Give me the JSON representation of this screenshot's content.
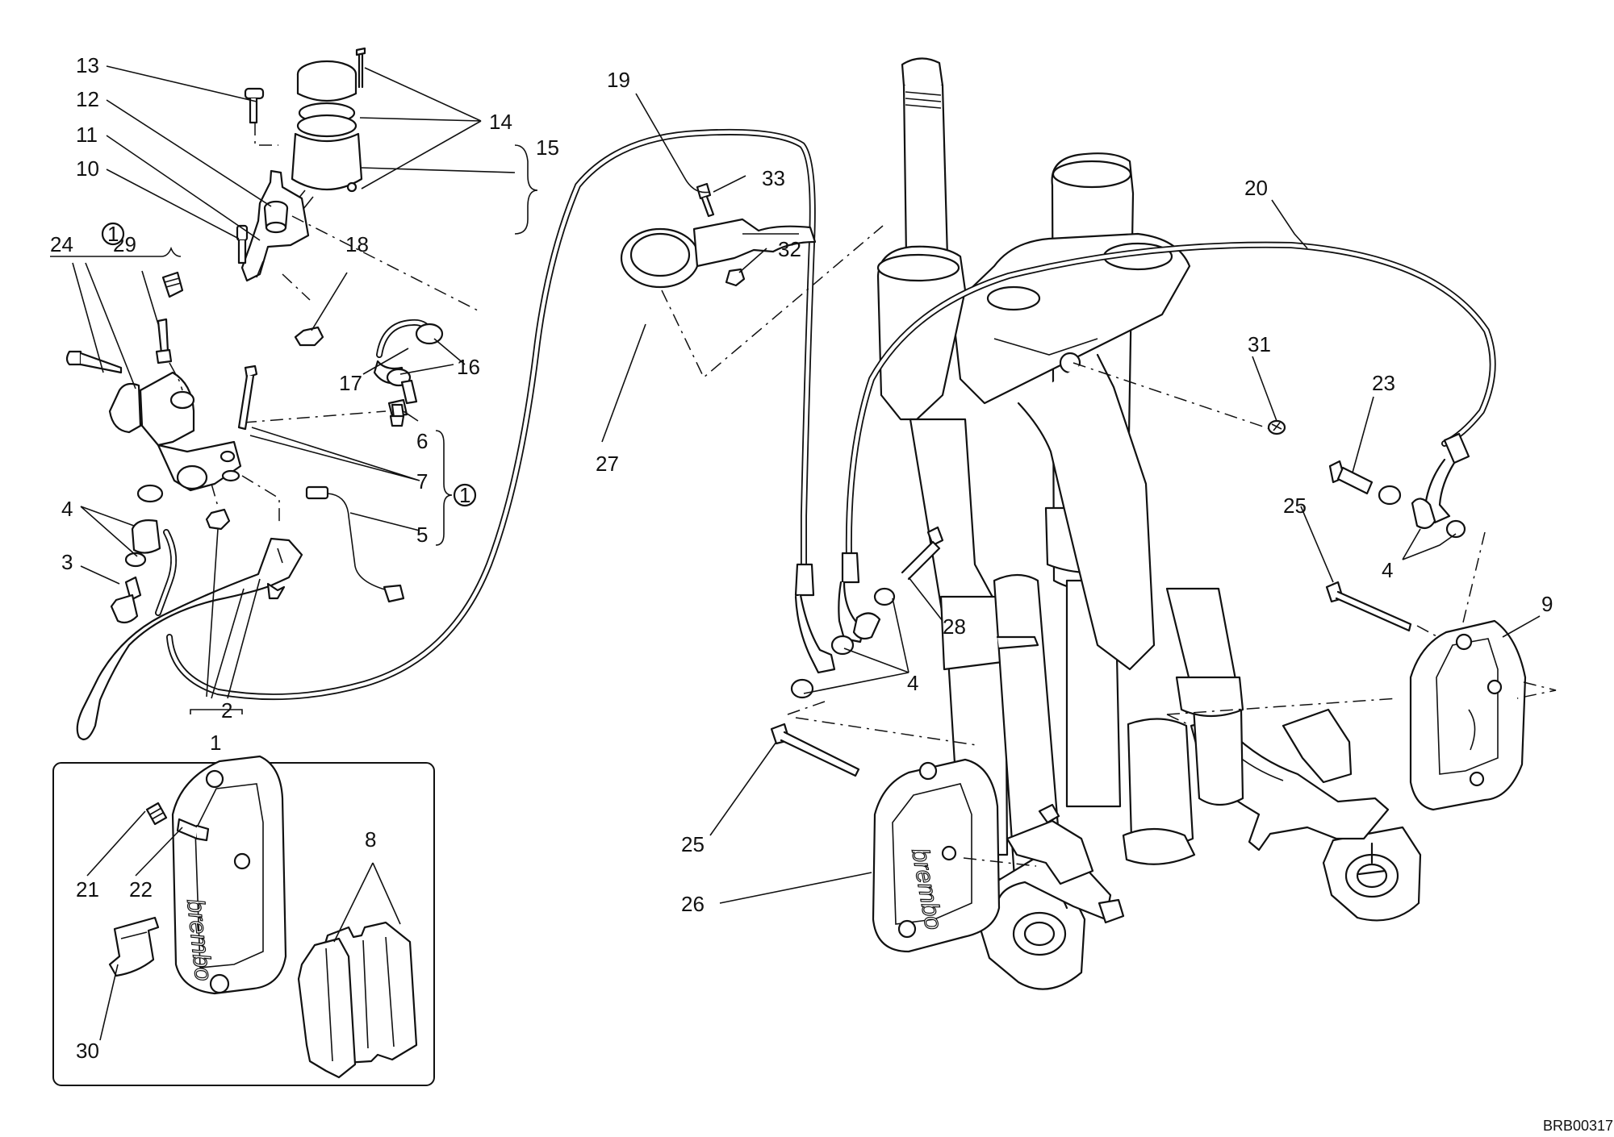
{
  "diagram_code": "BRB00317",
  "brand_mark": "brembo",
  "kit_marker": "1",
  "labels": {
    "n1": "1",
    "n2": "2",
    "n3": "3",
    "n4": "4",
    "n5": "5",
    "n6": "6",
    "n7": "7",
    "n8": "8",
    "n9": "9",
    "n10": "10",
    "n11": "11",
    "n12": "12",
    "n13": "13",
    "n14": "14",
    "n15": "15",
    "n16": "16",
    "n17": "17",
    "n18": "18",
    "n19": "19",
    "n20": "20",
    "n21": "21",
    "n22": "22",
    "n23": "23",
    "n24": "24",
    "n25": "25",
    "n26": "26",
    "n27": "27",
    "n28": "28",
    "n29": "29",
    "n30": "30",
    "n31": "31",
    "n32": "32",
    "n33": "33"
  }
}
